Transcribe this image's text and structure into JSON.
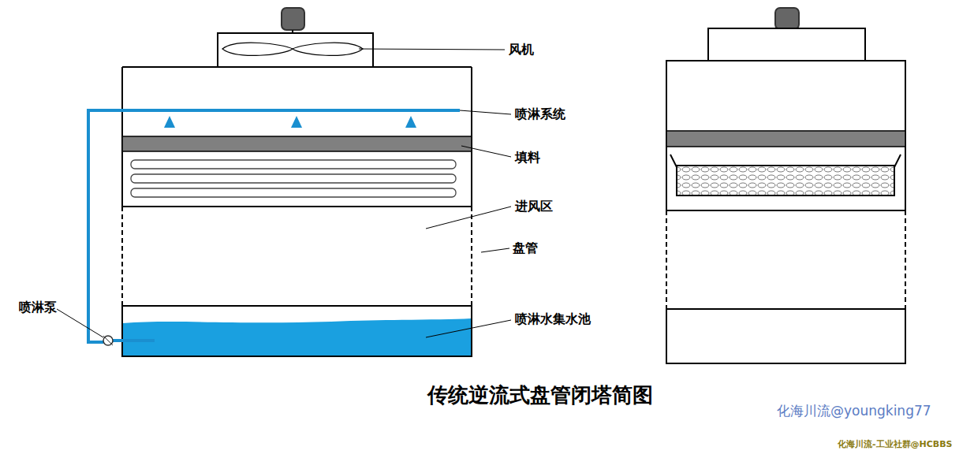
{
  "diagram": {
    "title": "传统逆流式盘管闭塔简图",
    "labels": [
      "风机",
      "喷淋系统",
      "填料",
      "进风区",
      "盘管",
      "喷淋泵",
      "喷淋水集水池",
      "化海川流@youngking77",
      "化海川流-工业社群@HCBBS"
    ]
  }
}
